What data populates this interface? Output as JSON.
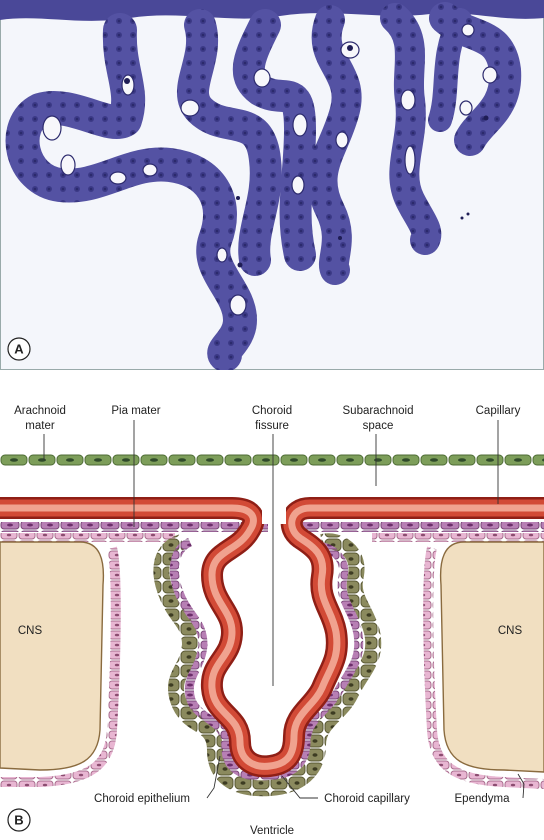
{
  "panels": [
    {
      "id": "A",
      "label": "A"
    },
    {
      "id": "B",
      "label": "B"
    }
  ],
  "labels": {
    "arachnoid_mater_1": "Arachnoid",
    "arachnoid_mater_2": "mater",
    "pia_mater": "Pia mater",
    "choroid_fissure_1": "Choroid",
    "choroid_fissure_2": "fissure",
    "subarachnoid_space_1": "Subarachnoid",
    "subarachnoid_space_2": "space",
    "capillary": "Capillary",
    "cns_left": "CNS",
    "cns_right": "CNS",
    "choroid_epithelium": "Choroid epithelium",
    "choroid_capillary": "Choroid capillary",
    "ependyma": "Ependyma",
    "ventricle": "Ventricle"
  },
  "colors": {
    "micrograph_bg": "#f4f6fb",
    "stain_dark": "#3f3f8f",
    "stain_light": "#5d5dab",
    "arachnoid_cell": "#7d9e5a",
    "capillary_red": "#c0392b",
    "capillary_core": "#e88c78",
    "pia_cell": "#b77fb4",
    "epithelium_cell": "#8b8a5e",
    "cns_fill": "#f1dfc1",
    "ependyma_cell": "#e8b6d2"
  }
}
